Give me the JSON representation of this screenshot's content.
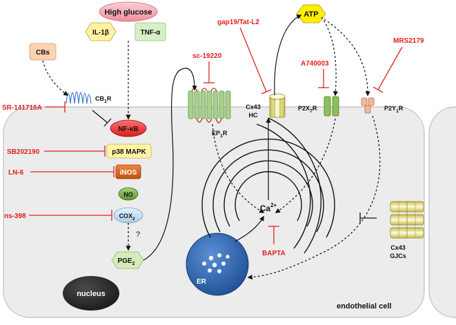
{
  "colors": {
    "inhibitor_red": "#e02020",
    "cell_fill": "#ececec",
    "cell_stroke": "#bdbdbd",
    "nfkb_red": "#ee3a3a",
    "p38_yellow": "#fff4a8",
    "inos_orange": "#d9661f",
    "no_green": "#7fb24a",
    "cox2_blue": "#cfe6f7",
    "pge2_green": "#d6ecb8",
    "er_blue": "#2e68b5",
    "nucleus_dark": "#2e2e2e",
    "atp_yellow": "#ffee00",
    "high_glucose_pink": "#f4a6b0",
    "il1b_yellow": "#fff2a0",
    "tnfa_green": "#d8eec6",
    "cbs_peach": "#fbd3b0",
    "connexin_yellow": "#f3ecb0",
    "p2x7_green": "#8cc05a",
    "p2y1_peach": "#f2b999",
    "ep1_green": "#a8d08d",
    "cb1_blue": "#4a7fd0"
  },
  "nodes": {
    "high_glucose": "High glucose",
    "il1b": "IL-1β",
    "tnfa": "TNF-α",
    "cbs": "CBs",
    "cb1r": "CB",
    "cb1r_sub": "1",
    "cb1r_suffix": "R",
    "nfkb": "NF-κB",
    "p38": "p38 MAPK",
    "inos": "iNOS",
    "no": "NO",
    "cox2": "COX",
    "cox2_sub": "2",
    "pge2": "PGE",
    "pge2_sub": "2",
    "question": "?",
    "nucleus": "nucleus",
    "er": "ER",
    "ca": "Ca",
    "ca_sup": "2+",
    "atp": "ATP",
    "cx43hc_line1": "Cx43",
    "cx43hc_line2": "HC",
    "p2x7r": "P2X",
    "p2x7r_sub": "7",
    "p2x7r_suffix": "R",
    "p2y1r": "P2Y",
    "p2y1r_sub": "1",
    "p2y1r_suffix": "R",
    "ep1r": "EP",
    "ep1r_sub": "1",
    "ep1r_suffix": "R",
    "cx43gj_line1": "Cx43",
    "cx43gj_line2": "GJCs",
    "endothelial": "endothelial cell"
  },
  "inhibitors": {
    "sr141716a": "SR-141716A",
    "sb202190": "SB202190",
    "ln6": "LN-6",
    "ns398": "ns-398",
    "sc19220": "sc-19220",
    "gap19": "gap19/Tat-L2",
    "a740003": "A740003",
    "mrs2179": "MRS2179",
    "bapta": "BAPTA"
  }
}
